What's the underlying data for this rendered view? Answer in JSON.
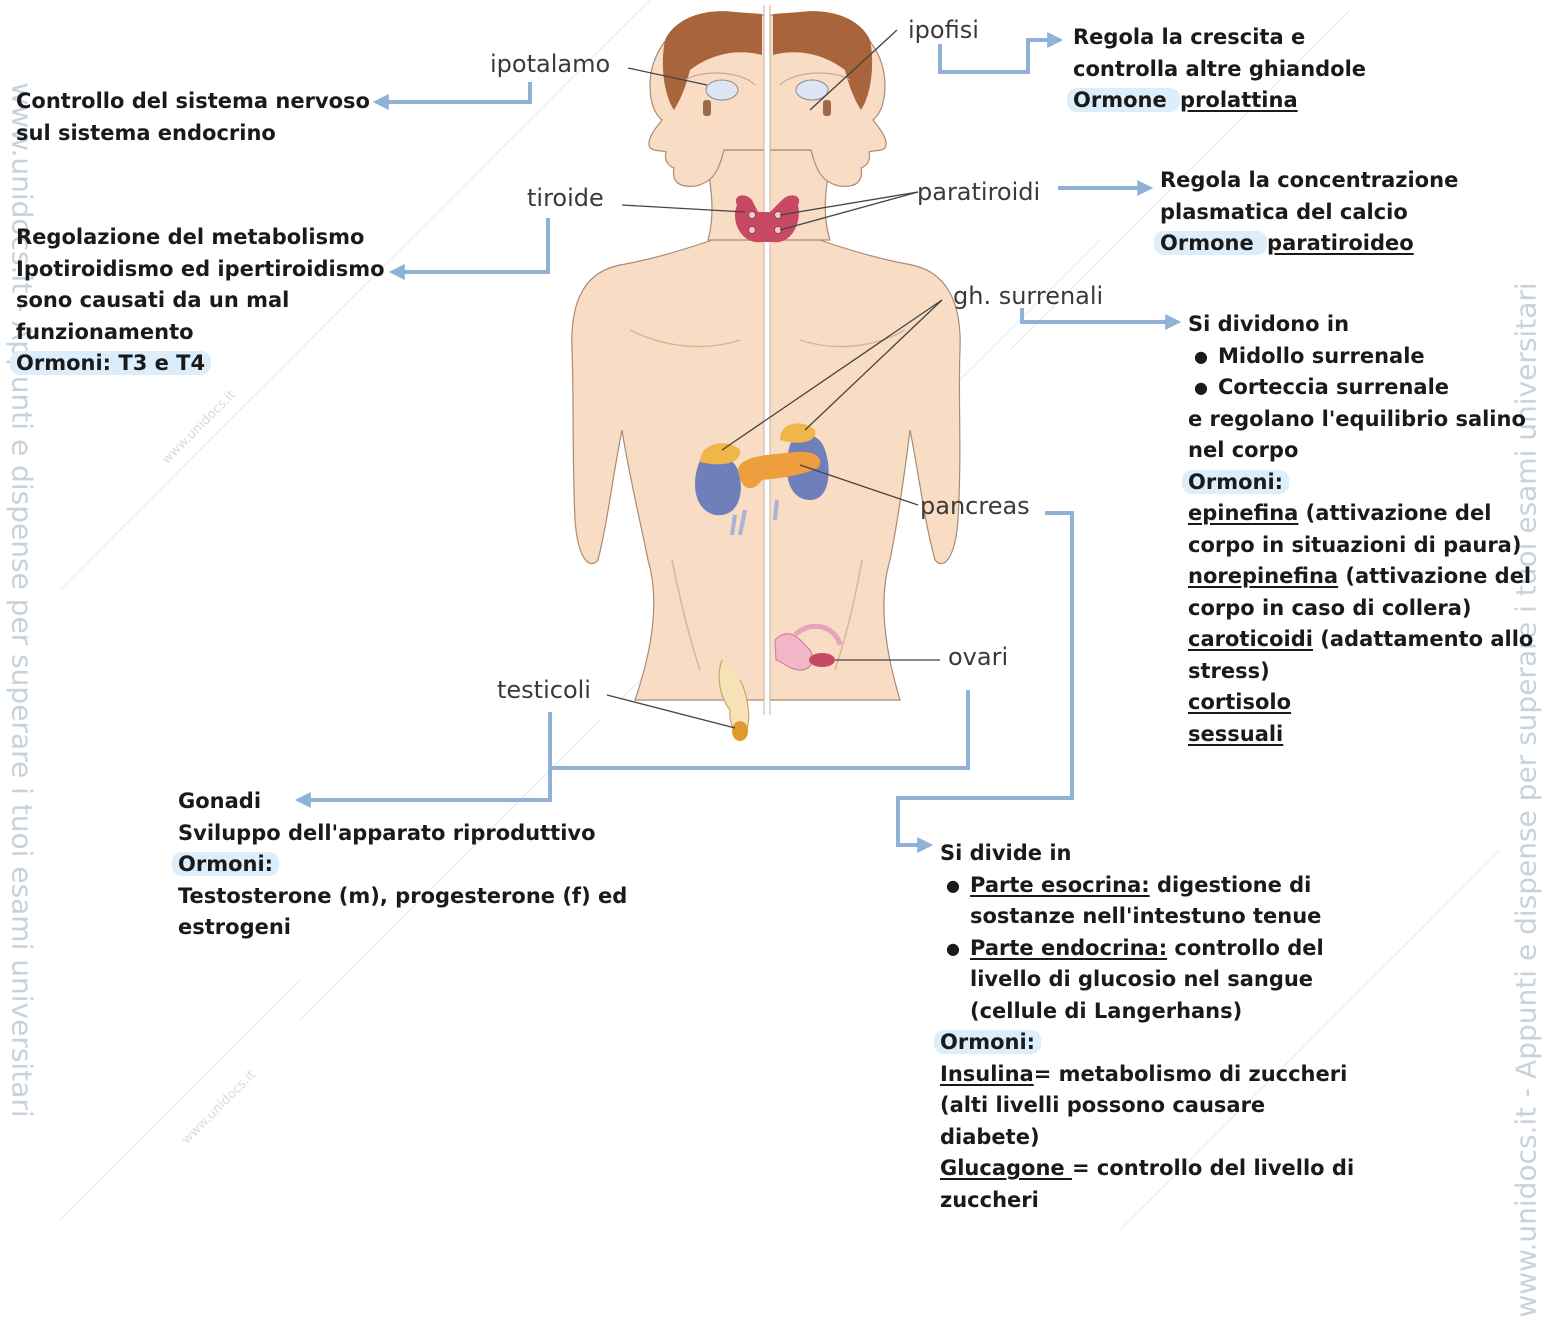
{
  "labels": {
    "ipotalamo": "ipotalamo",
    "ipofisi": "ipofisi",
    "tiroide": "tiroide",
    "paratiroidi": "paratiroidi",
    "surrenali": "gh. surrenali",
    "pancreas": "pancreas",
    "ovari": "ovari",
    "testicoli": "testicoli"
  },
  "notes": {
    "ipotalamo": {
      "line1": "Controllo del sistema nervoso",
      "line2": "sul sistema endocrino"
    },
    "ipofisi": {
      "line1": "Regola la crescita e",
      "line2": "controlla altre ghiandole",
      "ormone_prefix": "Ormone ",
      "ormone": "prolattina"
    },
    "tiroide": {
      "line1": "Regolazione del metabolismo",
      "line2": "Ipotiroidismo ed ipertiroidismo",
      "line3": "sono causati da un mal",
      "line4": "funzionamento",
      "ormoni": "Ormoni: T3 e T4"
    },
    "paratiroidi": {
      "line1": "Regola la concentrazione",
      "line2": "plasmatica del calcio",
      "ormone_prefix": "Ormone ",
      "ormone": "paratiroideo"
    },
    "surrenali": {
      "intro": "Si dividono in",
      "items": [
        "Midollo surrenale",
        "Corteccia surrenale"
      ],
      "line1": "e regolano l'equilibrio salino",
      "line2": "nel corpo",
      "ormoni_label": "Ormoni:",
      "epinefina": "epinefina",
      "epinefina_desc1": " (attivazione del",
      "epinefina_desc2": "corpo in situazioni di paura)",
      "norepinefina": "norepinefina",
      "norepinefina_desc1": " (attivazione del",
      "norepinefina_desc2": "corpo in caso di collera)",
      "caroticoidi": "caroticoidi",
      "caroticoidi_desc1": " (adattamento allo",
      "caroticoidi_desc2": "stress)",
      "cortisolo": "cortisolo",
      "sessuali": "sessuali"
    },
    "gonadi": {
      "line1": "Gonadi",
      "line2": "Sviluppo dell'apparato riproduttivo",
      "ormoni_label": "Ormoni:",
      "line3": "Testosterone (m), progesterone (f) ed",
      "line4": "estrogeni"
    },
    "pancreas": {
      "intro": "Si divide in",
      "item1_u": "Parte esocrina:",
      "item1_a": " digestione di",
      "item1_b": "sostanze nell'intestuno tenue",
      "item2_u": "Parte endocrina:",
      "item2_a": " controllo del",
      "item2_b": "livello di glucosio nel sangue",
      "item2_c": "(cellule di Langerhans)",
      "ormoni_label": "Ormoni:",
      "insulina": "Insulina",
      "insulina_a": "= metabolismo di zuccheri",
      "insulina_b": "(alti livelli possono causare",
      "insulina_c": "diabete)",
      "glucagone": "Glucagone ",
      "glucagone_a": "= controllo del livello di",
      "glucagone_b": "zuccheri"
    }
  },
  "watermark": {
    "left": "www.unidocs.it  - Appunti e dispense per superare i tuoi esami universitari",
    "right": "www.unidocs.it  - Appunti e dispense per superare i tuoi esami universitari",
    "small": "www.unidocs.it"
  },
  "colors": {
    "skin": "#f8dcc4",
    "hair": "#a8643a",
    "thyroid": "#c74a62",
    "kidney": "#6f7fba",
    "adrenal": "#f0b64a",
    "pancreas": "#ee9e3c",
    "arrow": "#8fb2d6",
    "highlight": "#dceefb"
  }
}
